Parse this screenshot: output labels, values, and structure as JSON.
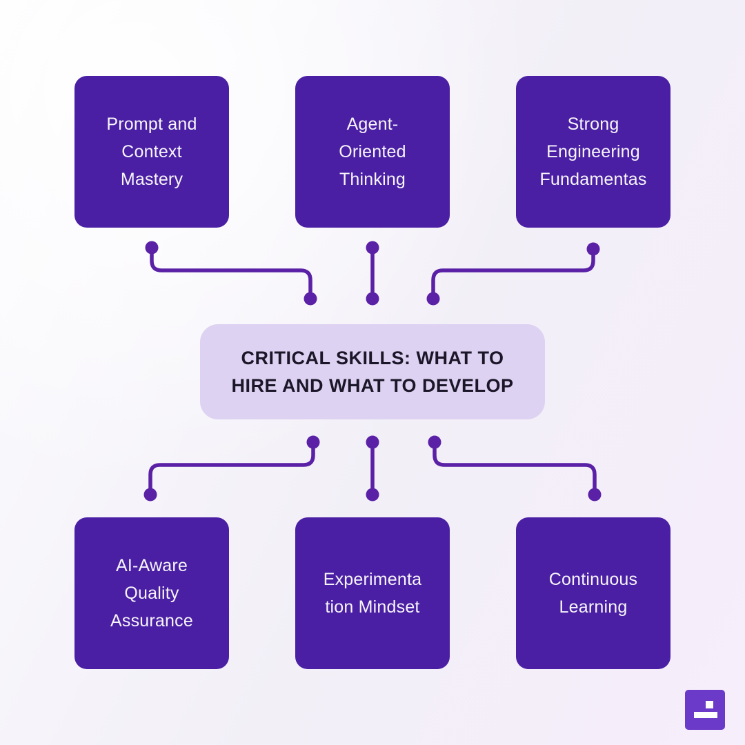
{
  "colors": {
    "bg_start": "#fcfcfe",
    "bg_mid": "#f2eff7",
    "bg_end": "#f6eefb",
    "box_fill": "#4a1fa3",
    "box_text": "#f7f5fb",
    "center_fill": "#ddd2f1",
    "title_color": "#1b1628",
    "connector": "#5a21a6",
    "logo_fill": "#6b3ac9"
  },
  "center_card": {
    "lines": [
      "CRITICAL SKILLS: WHAT TO",
      "HIRE AND WHAT TO DEVELOP"
    ]
  },
  "skill_boxes": [
    {
      "id": "prompt-and-context-mastery",
      "lines": [
        "Prompt and",
        "Context",
        "Mastery"
      ]
    },
    {
      "id": "agent-oriented-thinking",
      "lines": [
        "Agent-",
        "Oriented",
        "Thinking"
      ]
    },
    {
      "id": "strong-engineering-fundamentas",
      "lines": [
        "Strong",
        "Engineering",
        "Fundamentas"
      ]
    },
    {
      "id": "ai-aware-quality-assurance",
      "lines": [
        "AI-Aware",
        "Quality",
        "Assurance"
      ]
    },
    {
      "id": "experimentation-mindset",
      "lines": [
        "Experimenta",
        "tion Mindset"
      ]
    },
    {
      "id": "continuous-learning",
      "lines": [
        "Continuous",
        "Learning"
      ]
    }
  ],
  "icons": {
    "logo": "brand-mark-square-with-dot-and-bar"
  }
}
